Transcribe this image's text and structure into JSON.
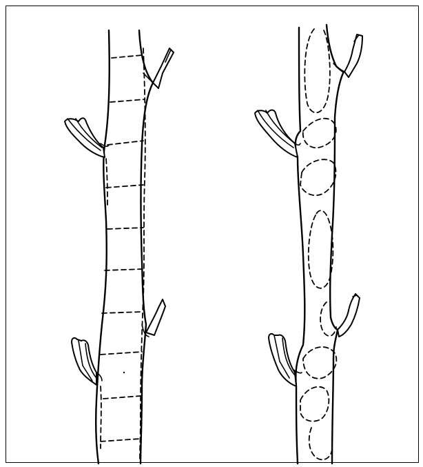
{
  "figure": {
    "panels": [
      {
        "id": "left-stem",
        "cut_pattern": "horizontal-dashed-bands"
      },
      {
        "id": "right-stem",
        "cut_pattern": "dashed-oval-patches"
      }
    ],
    "colors": {
      "ink": "#000000",
      "paper": "#ffffff"
    }
  }
}
